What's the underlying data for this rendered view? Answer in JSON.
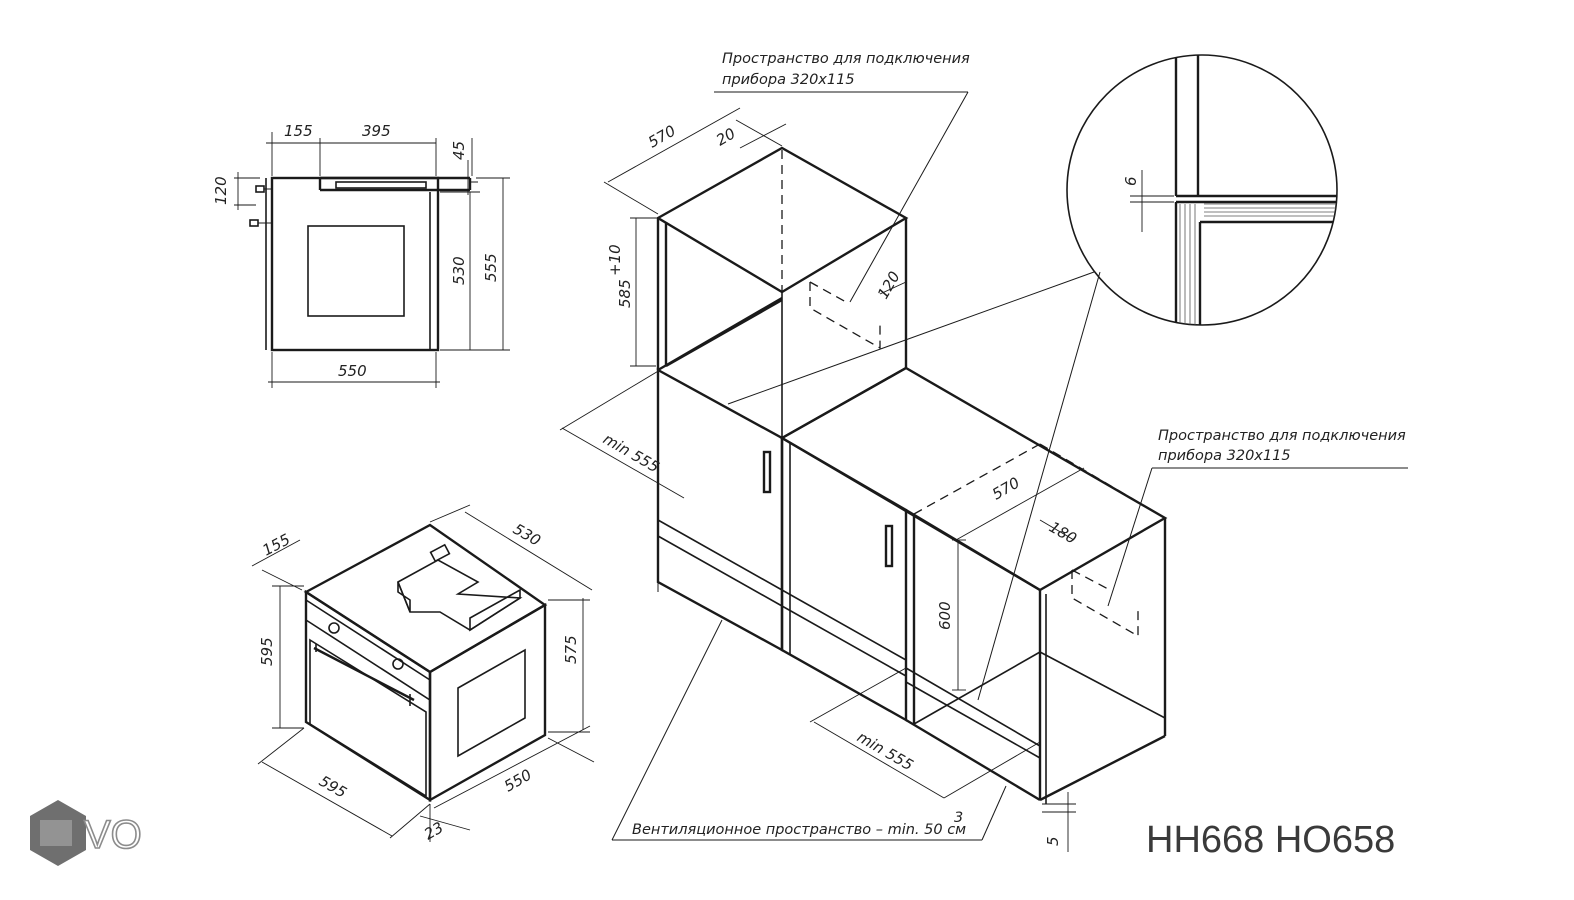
{
  "model": "HH668 HO658",
  "brand": {
    "letters": "VO",
    "logo_color": "#6f6f6f"
  },
  "colors": {
    "line": "#1a1a1a",
    "background": "#ffffff",
    "hatch": "#555555"
  },
  "side_view": {
    "width": "155",
    "hob_width": "395",
    "top_height": "45",
    "control_height": "120",
    "inner_height": "530",
    "outer_height": "555",
    "depth": "550"
  },
  "iso_oven": {
    "panel_depth": "155",
    "top_depth": "530",
    "front_height": "595",
    "side_height": "575",
    "front_width": "595",
    "side_depth": "550",
    "door_offset": "23"
  },
  "install": {
    "upper_width": "570",
    "upper_panel": "20",
    "upper_height": "585",
    "upper_tolerance": "+10",
    "upper_opening": "120",
    "upper_min_depth": "min 555",
    "lower_width": "570",
    "lower_opening": "180",
    "lower_height": "600",
    "lower_min_depth": "min 555",
    "gap": "5",
    "detail_gap": "6",
    "note_top_line1": "Пространство для подключения",
    "note_top_line2": "прибора 320x115",
    "note_right_line1": "Пространство для подключения",
    "note_right_line2": "прибора 320x115",
    "vent_note": "Вентиляционное пространство – min. 50 см",
    "vent_sup": "3"
  }
}
